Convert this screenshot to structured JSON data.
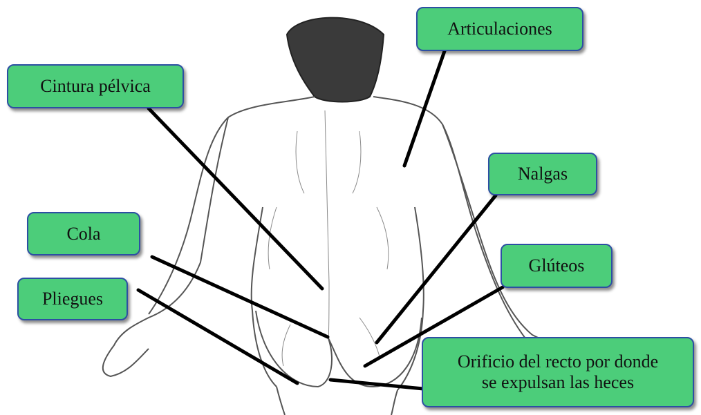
{
  "labels": {
    "articulaciones": "Articulaciones",
    "cintura_pelvica": "Cintura pélvica",
    "nalgas": "Nalgas",
    "cola": "Cola",
    "gluteos": "Glúteos",
    "pliegues": "Pliegues",
    "orificio_line1": "Orificio del recto por donde",
    "orificio_line2": "se expulsan las heces"
  },
  "colors": {
    "label_fill": "#4ccd7a",
    "label_border": "#2d4fa3",
    "leader_line": "#000000"
  }
}
